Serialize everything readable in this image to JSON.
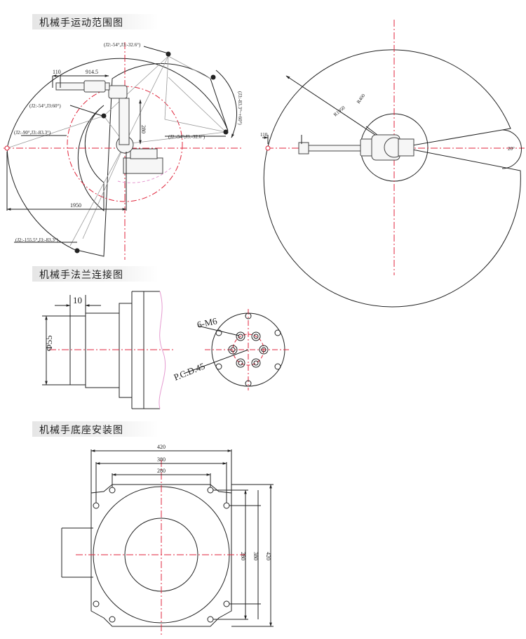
{
  "sections": {
    "motion_range": {
      "title": "机械手运动范围图"
    },
    "flange": {
      "title": "机械手法兰连接图"
    },
    "base": {
      "title": "机械手底座安装图"
    }
  },
  "motion_side": {
    "dim_110": "110",
    "dim_914": "914.5",
    "dim_280": "280",
    "dim_1950": "1950",
    "pose_top": "(J2:-54°,J3:-32.6°)",
    "pose_mid": "(J2:-54°,J3:60°)",
    "pose_left": "(J2:-90°,J3:-83.3°)",
    "pose_right": "(J2:-54°,J3:-32.6°)",
    "pose_bottom": "(J2:-155.5°,J3:-83.3°)",
    "j3_range": "(J3:-83.3°~+60°)"
  },
  "motion_top": {
    "dim_110": "110",
    "r1950": "R1950",
    "r400": "R400",
    "angle": "20°"
  },
  "flange": {
    "dim_10": "10",
    "dia_55": "Φ55",
    "holes": "6-M6",
    "pcd": "P.C.D.45"
  },
  "base": {
    "w420": "420",
    "w380": "380",
    "w280": "280",
    "h280": "280",
    "h380": "380",
    "h420": "420"
  },
  "colors": {
    "line": "#222222",
    "center": "#e0263c",
    "arm_gray": "#9a9a9a",
    "pink": "#e59ad0"
  }
}
